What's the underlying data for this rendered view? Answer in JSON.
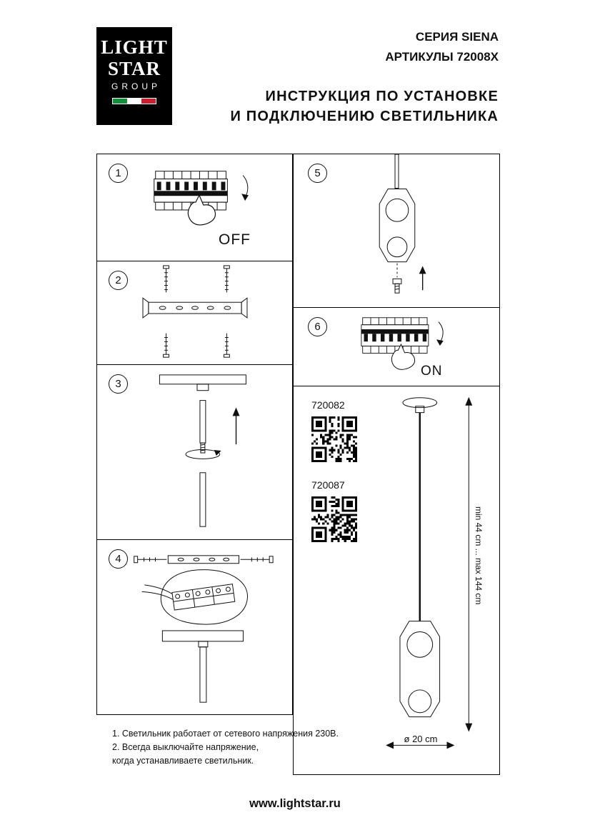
{
  "header": {
    "logo": {
      "line1": "LIGHT",
      "line2": "STAR",
      "line3": "GROUP"
    },
    "series": "СЕРИЯ SIENA",
    "articles": "АРТИКУЛЫ 72008X",
    "title_line1": "ИНСТРУКЦИЯ ПО УСТАНОВКЕ",
    "title_line2": "И ПОДКЛЮЧЕНИЮ СВЕТИЛЬНИКА"
  },
  "brand_colors": {
    "flag_green": "#168f3c",
    "flag_white": "#ffffff",
    "flag_red": "#c8202f",
    "ink": "#111111"
  },
  "steps": [
    {
      "num": "1",
      "label": "OFF"
    },
    {
      "num": "2",
      "label": ""
    },
    {
      "num": "3",
      "label": ""
    },
    {
      "num": "4",
      "label": ""
    },
    {
      "num": "5",
      "label": ""
    },
    {
      "num": "6",
      "label": "ON"
    }
  ],
  "products": [
    {
      "code": "720082"
    },
    {
      "code": "720087"
    }
  ],
  "dimensions": {
    "height_range": "min 44 cm ... max 144 cm",
    "diameter": "ø 20 cm"
  },
  "notes": [
    "1. Светильник работает от сетевого напряжения 230В.",
    "2. Всегда выключайте напряжение,",
    "когда устанавливаете светильник."
  ],
  "footer": {
    "website": "www.lightstar.ru"
  }
}
